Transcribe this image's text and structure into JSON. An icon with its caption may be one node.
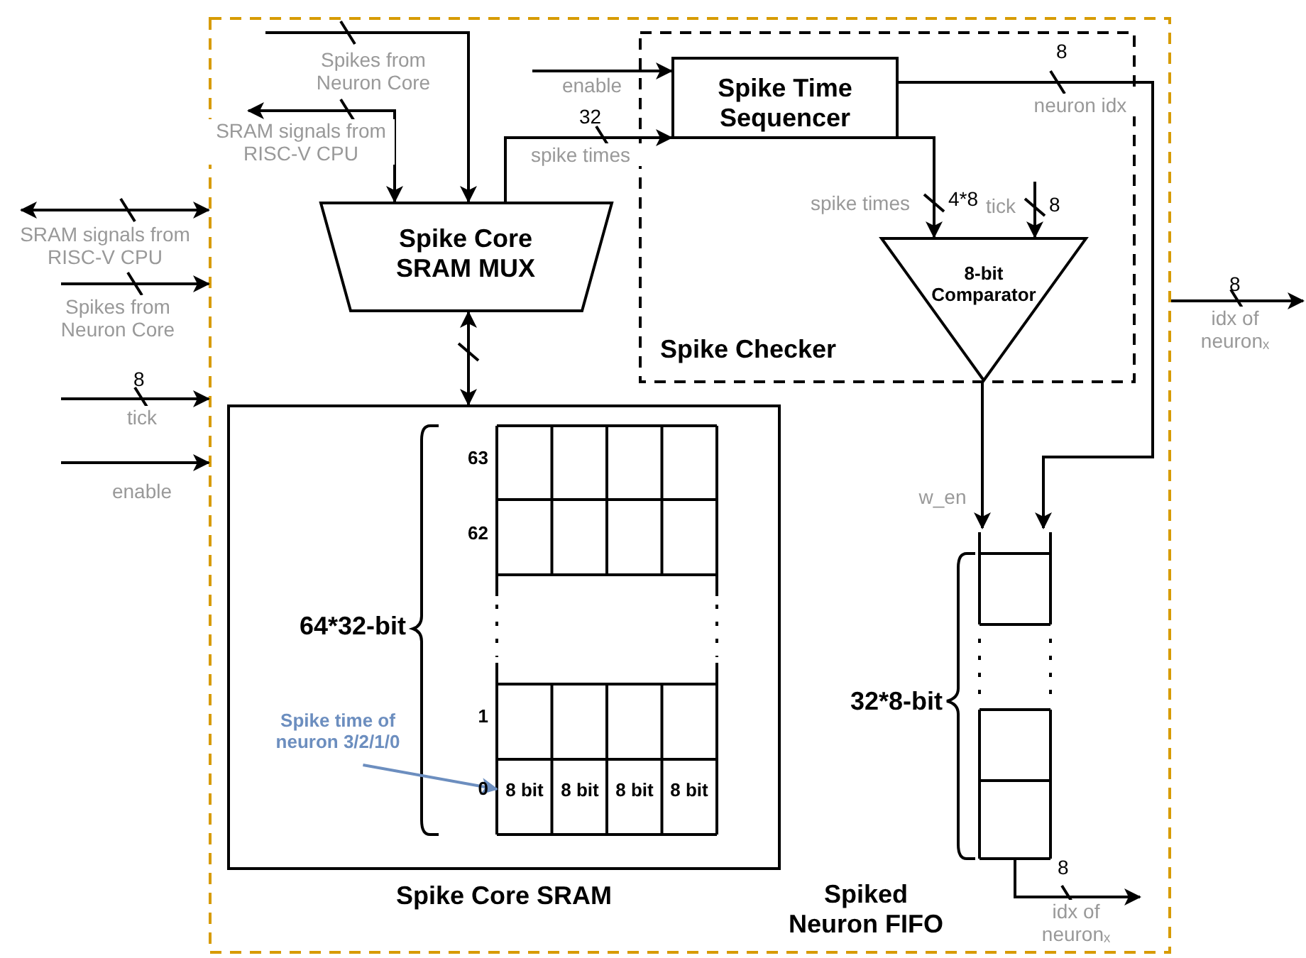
{
  "diagram": {
    "nodes": [
      {
        "text": [],
        "shape": "box"
      },
      {
        "text": [
          "Spike Checker"
        ],
        "in": 0
      },
      {
        "text": [
          "Spike Core SRAM MUX"
        ],
        "in": 0
      },
      {
        "text": [
          "Spike Core SRAM"
        ],
        "in": 0
      },
      {
        "text": [
          "Spike Time Sequencer"
        ],
        "in": 1
      },
      {
        "text": [
          "8-bit Comparator"
        ],
        "in": 1
      },
      {
        "text": [
          "32*8-bit",
          "Spiked Neuron FIFO"
        ],
        "in": 0
      },
      {
        "text": [
          "63",
          "62",
          "64*32-bit",
          "1",
          "0",
          "8 bit",
          "8 bit",
          "8 bit",
          "8 bit"
        ],
        "in": 3
      },
      {
        "text": [
          "Spike time of neuron 3/2/1/0"
        ],
        "in": 3
      }
    ],
    "edges": [
      {
        "from": null,
        "to": 0,
        "arrow": "both",
        "label": "SRAM signals from RISC-V CPU"
      },
      {
        "from": null,
        "to": 0,
        "arrow": "to",
        "label": "Spikes from Neuron Core"
      },
      {
        "from": null,
        "to": 0,
        "arrow": "to",
        "label": "tick"
      },
      {
        "from": null,
        "to": 0,
        "arrow": "to",
        "label": "enable"
      },
      {
        "from": null,
        "to": 2,
        "arrow": "to",
        "label": "Spikes from Neuron Core"
      },
      {
        "from": null,
        "to": 2,
        "arrow": "both",
        "label": "SRAM signals from RISC-V CPU"
      },
      {
        "from": null,
        "to": 4,
        "arrow": "to",
        "label": "enable"
      },
      {
        "from": 2,
        "to": 4,
        "arrow": "to",
        "label": "spike times"
      },
      {
        "from": 2,
        "to": 3,
        "arrow": "both"
      },
      {
        "from": 4,
        "to": 6,
        "arrow": "to",
        "label": "neuron idx"
      },
      {
        "from": 4,
        "to": 5,
        "arrow": "to",
        "label": "spike times"
      },
      {
        "from": null,
        "to": 5,
        "arrow": "to",
        "label": "tick"
      },
      {
        "from": 0,
        "to": null,
        "arrow": "to",
        "label": "idx of neuronₓ"
      },
      {
        "from": 5,
        "to": 6,
        "arrow": "to",
        "label": "w_en"
      },
      {
        "from": 6,
        "to": null,
        "arrow": "to",
        "label": "idx of neuronₓ"
      },
      {
        "from": 8,
        "to": 7,
        "arrow": "to",
        "color": "#6c8ebf"
      }
    ],
    "labels": [
      "8",
      "32",
      "4*8",
      "8",
      "8",
      "8",
      "8"
    ]
  }
}
